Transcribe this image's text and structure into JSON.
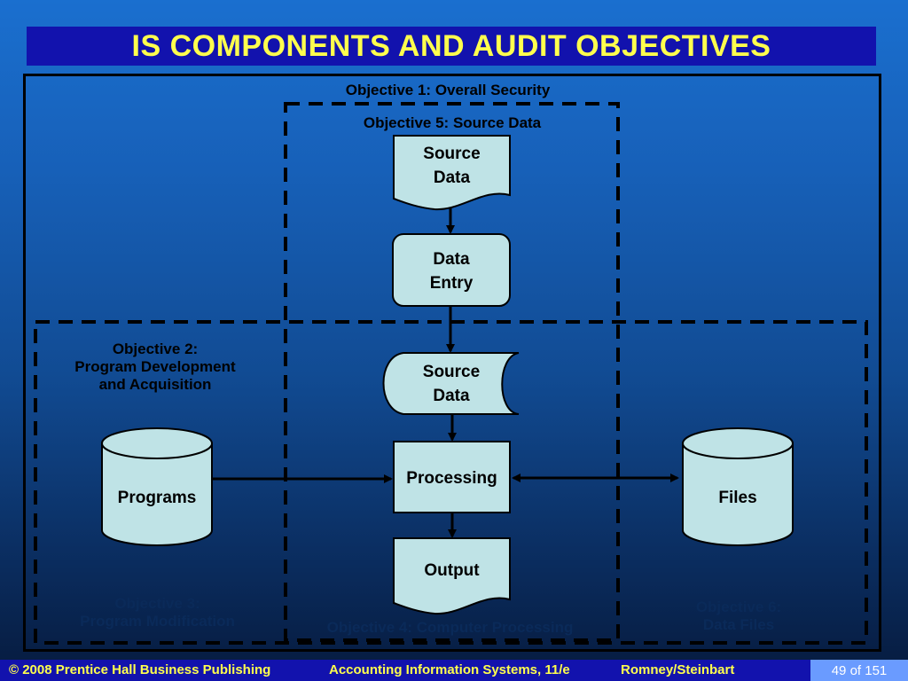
{
  "title": "IS COMPONENTS AND AUDIT OBJECTIVES",
  "objectives": {
    "obj1": "Objective 1: Overall Security",
    "obj5": "Objective 5: Source Data",
    "obj2": "Objective 2:\nProgram Development\nand Acquisition",
    "obj3": "Objective 3:\nProgram Modification",
    "obj4": "Objective 4: Computer Processing",
    "obj6": "Objective 6:\nData Files"
  },
  "nodes": {
    "source_doc": "Source\nData",
    "data_entry": "Data\nEntry",
    "source_storage": "Source\nData",
    "processing": "Processing",
    "output": "Output",
    "programs": "Programs",
    "files": "Files"
  },
  "footer": {
    "copyright": "© 2008 Prentice Hall Business Publishing",
    "book": "Accounting Information Systems, 11/e",
    "authors": "Romney/Steinbart",
    "page": "49 of 151"
  },
  "colors": {
    "title_bar": "#1212ad",
    "title_text": "#ffff4d",
    "node_fill": "#bfe3e6",
    "page_box": "#6a9bff"
  }
}
